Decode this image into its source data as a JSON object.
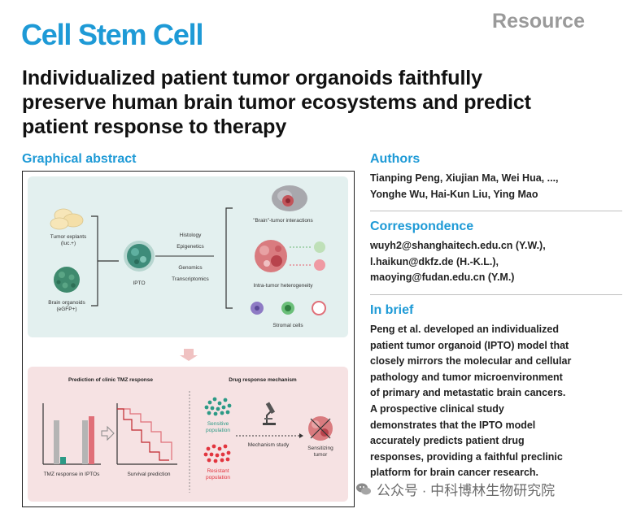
{
  "header": {
    "journal": "Cell Stem Cell",
    "article_type": "Resource"
  },
  "title_lines": [
    "Individualized patient tumor organoids faithfully",
    "preserve human brain tumor ecosystems and predict",
    "patient response to therapy"
  ],
  "graphical_abstract": {
    "heading": "Graphical abstract",
    "top": {
      "explants": [
        "Tumor explants",
        "(luc.+)"
      ],
      "organoids": [
        "Brain organoids",
        "(eGFP+)"
      ],
      "ipto": "IPTO",
      "profiles": [
        "Histology",
        "Epigenetics",
        "Genomics",
        "Transcriptomics"
      ],
      "interactions": "\"Brain\"-tumor interactions",
      "heterogeneity": "Intra-tumor heterogeneity",
      "stromal": "Stromal cells"
    },
    "bottom": {
      "left_title": "Prediction of clinic TMZ response",
      "right_title": "Drug response mechanism",
      "tmz": "TMZ response in IPTOs",
      "survival": "Survival prediction",
      "sensitive": [
        "Sensitive",
        "population"
      ],
      "resistant": [
        "Resistant",
        "population"
      ],
      "mechanism": "Mechanism study",
      "sensitizing": [
        "Sensitizing",
        "tumor"
      ]
    }
  },
  "authors": {
    "heading": "Authors",
    "lines": [
      "Tianping Peng, Xiujian Ma, Wei Hua, ...,",
      "Yonghe Wu, Hai-Kun Liu, Ying Mao"
    ]
  },
  "correspondence": {
    "heading": "Correspondence",
    "lines": [
      "wuyh2@shanghaitech.edu.cn (Y.W.),",
      "l.haikun@dkfz.de (H.-K.L.),",
      "maoying@fudan.edu.cn (Y.M.)"
    ]
  },
  "in_brief": {
    "heading": "In brief",
    "lines": [
      "Peng et al. developed an individualized",
      "patient tumor organoid (IPTO) model that",
      "closely mirrors the molecular and cellular",
      "pathology and tumor microenvironment",
      "of primary and metastatic brain cancers.",
      "A prospective clinical study",
      "demonstrates that the IPTO model",
      "accurately predicts patient drug",
      "responses, providing a faithful preclinic",
      "platform for brain cancer research."
    ]
  },
  "watermark": "公众号 · 中科博林生物研究院"
}
